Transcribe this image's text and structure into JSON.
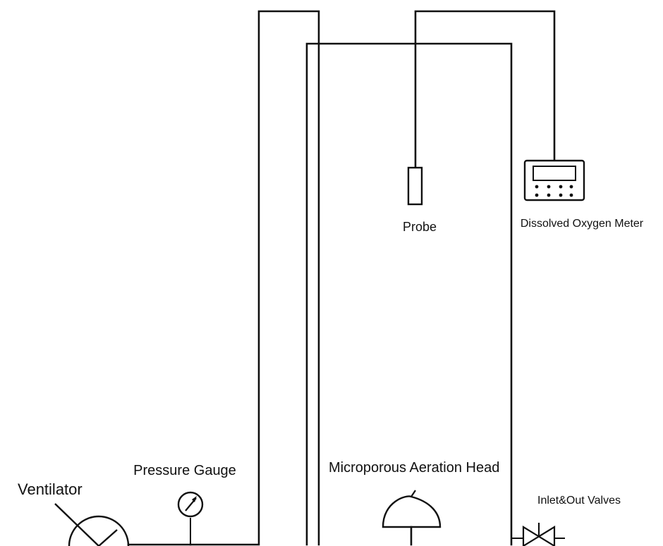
{
  "labels": {
    "probe": "Probe",
    "meter": "Dissolved Oxygen Meter",
    "pressure_gauge": "Pressure Gauge",
    "aeration_head": "Microporous Aeration Head",
    "ventilator": "Ventilator",
    "valves": "Inlet&Out Valves"
  }
}
